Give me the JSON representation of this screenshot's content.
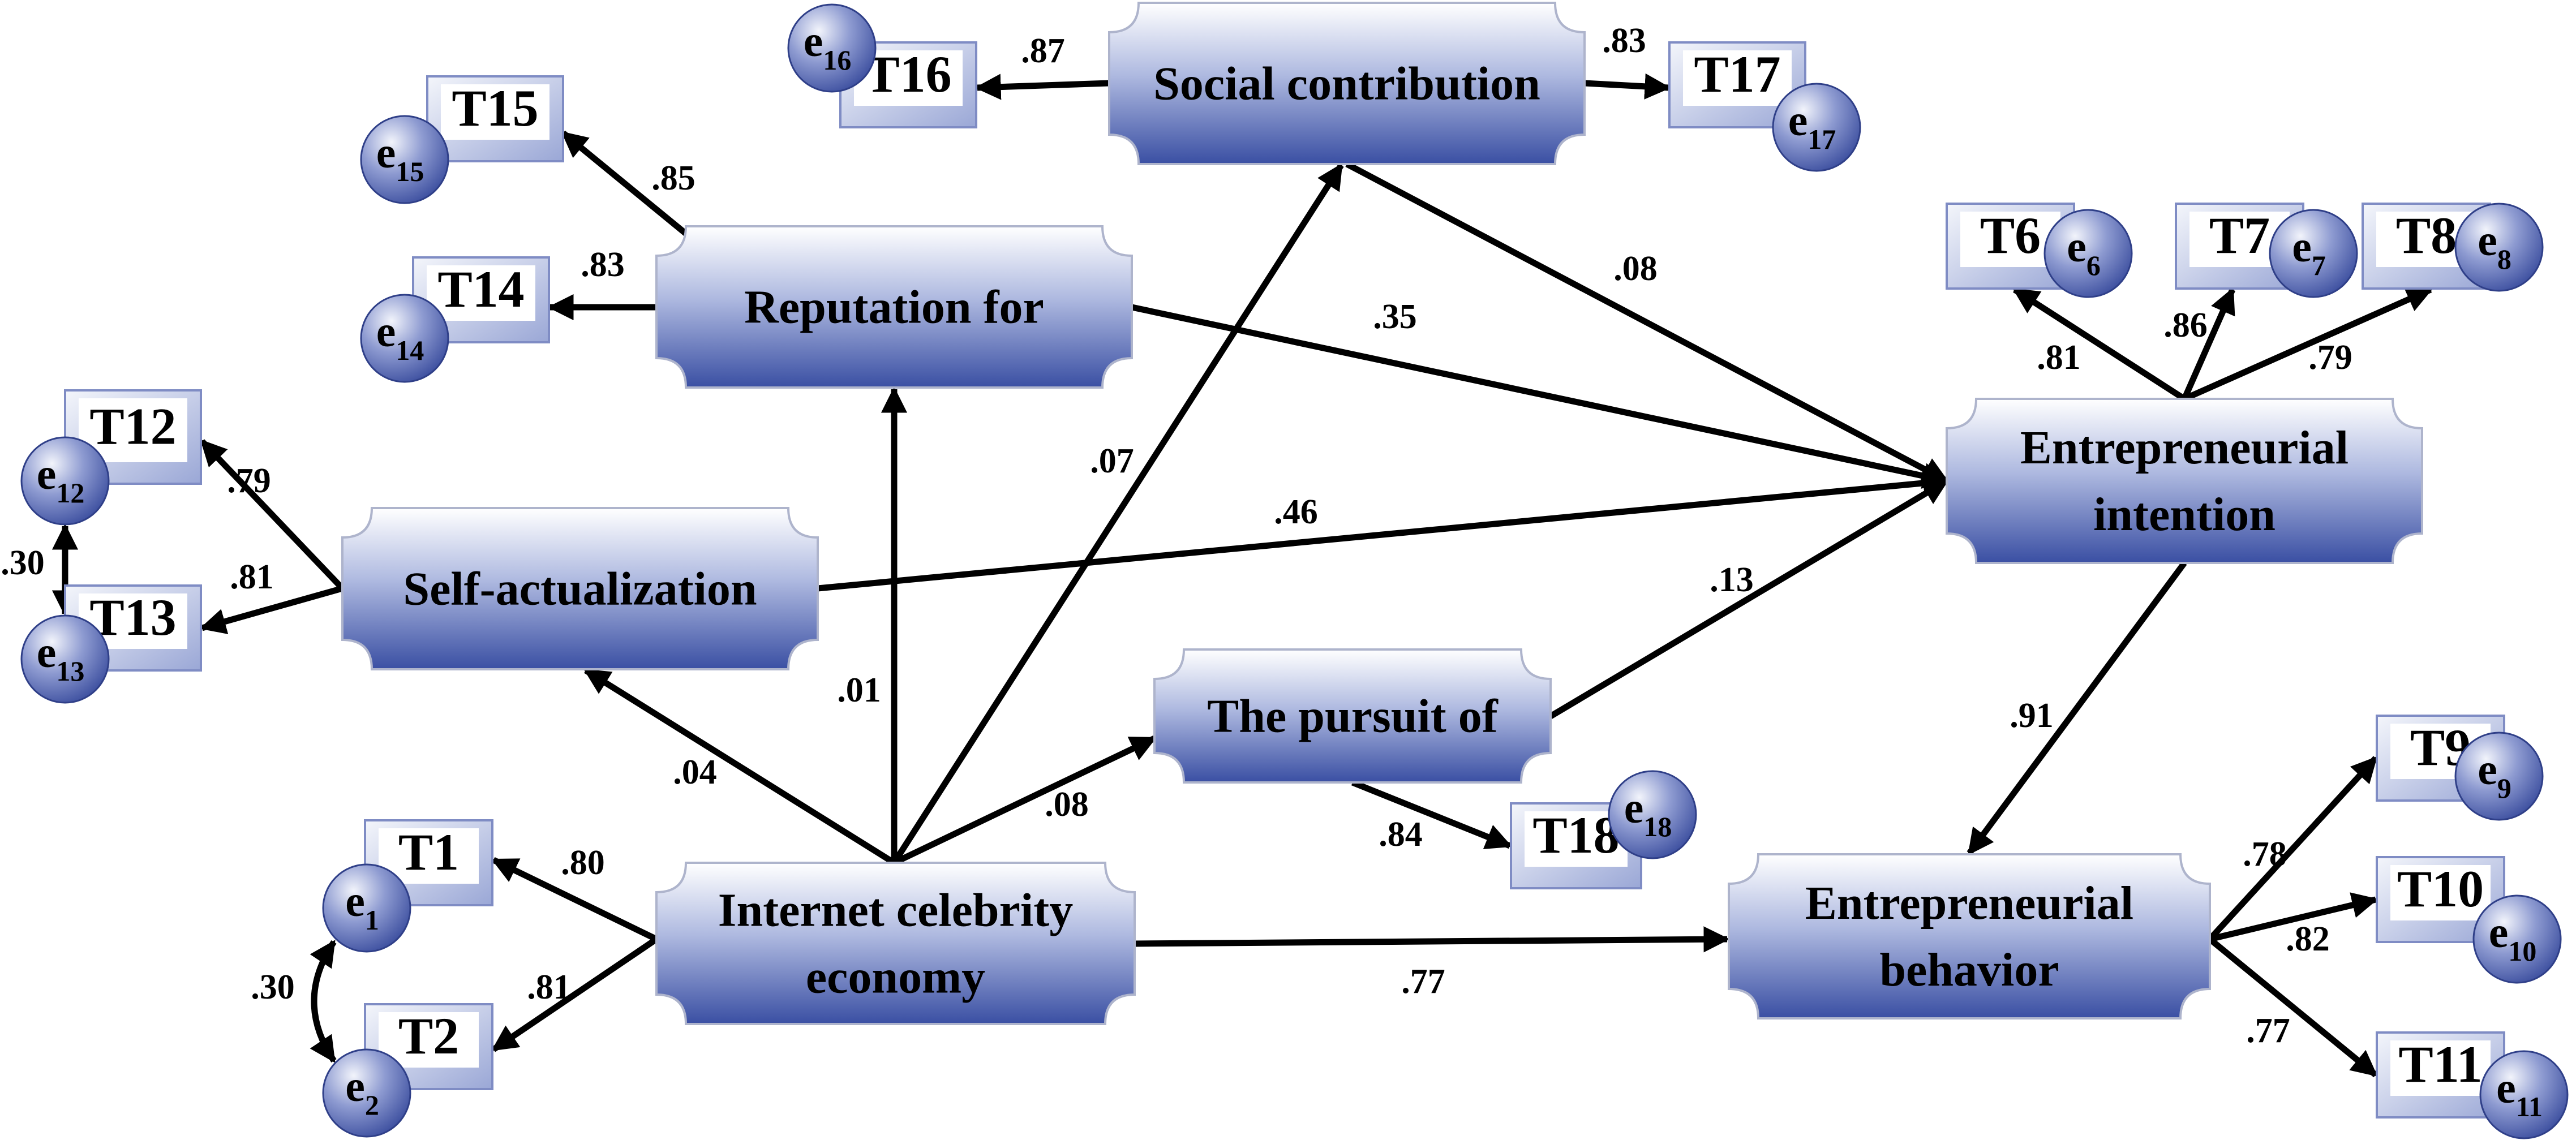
{
  "constructs": {
    "social_contribution": [
      "Social contribution"
    ],
    "reputation": [
      "Reputation for"
    ],
    "self_actualization": [
      "Self-actualization"
    ],
    "pursuit": [
      "The pursuit of"
    ],
    "internet_celebrity": [
      "Internet celebrity",
      "economy"
    ],
    "entrepreneurial_intention": [
      "Entrepreneurial",
      "intention"
    ],
    "entrepreneurial_behavior": [
      "Entrepreneurial",
      "behavior"
    ]
  },
  "indicators": {
    "T1": "T1",
    "T2": "T2",
    "T6": "T6",
    "T7": "T7",
    "T8": "T8",
    "T9": "T9",
    "T10": "T10",
    "T11": "T11",
    "T12": "T12",
    "T13": "T13",
    "T14": "T14",
    "T15": "T15",
    "T16": "T16",
    "T17": "T17",
    "T18": "T18"
  },
  "errors": {
    "e1": {
      "base": "e",
      "sub": "1"
    },
    "e2": {
      "base": "e",
      "sub": "2"
    },
    "e6": {
      "base": "e",
      "sub": "6"
    },
    "e7": {
      "base": "e",
      "sub": "7"
    },
    "e8": {
      "base": "e",
      "sub": "8"
    },
    "e9": {
      "base": "e",
      "sub": "9"
    },
    "e10": {
      "base": "e",
      "sub": "10"
    },
    "e11": {
      "base": "e",
      "sub": "11"
    },
    "e12": {
      "base": "e",
      "sub": "12"
    },
    "e13": {
      "base": "e",
      "sub": "13"
    },
    "e14": {
      "base": "e",
      "sub": "14"
    },
    "e15": {
      "base": "e",
      "sub": "15"
    },
    "e16": {
      "base": "e",
      "sub": "16"
    },
    "e17": {
      "base": "e",
      "sub": "17"
    },
    "e18": {
      "base": "e",
      "sub": "18"
    }
  },
  "paths": {
    "ice_to_reputation": ".01",
    "ice_to_social": ".07",
    "ice_to_self": ".04",
    "ice_to_pursuit": ".08",
    "ice_to_behavior": ".77",
    "social_to_intention": ".08",
    "reputation_to_intention": ".35",
    "self_to_intention": ".46",
    "pursuit_to_intention": ".13",
    "intention_to_behavior": ".91"
  },
  "loadings": {
    "ice_T1": ".80",
    "ice_T2": ".81",
    "self_T12": ".79",
    "self_T13": ".81",
    "rep_T14": ".83",
    "rep_T15": ".85",
    "soc_T16": ".87",
    "soc_T17": ".83",
    "pur_T18": ".84",
    "int_T6": ".81",
    "int_T7": ".86",
    "int_T8": ".79",
    "beh_T9": ".78",
    "beh_T10": ".82",
    "beh_T11": ".77"
  },
  "covariances": {
    "e1_e2": ".30",
    "e12_e13": ".30"
  }
}
